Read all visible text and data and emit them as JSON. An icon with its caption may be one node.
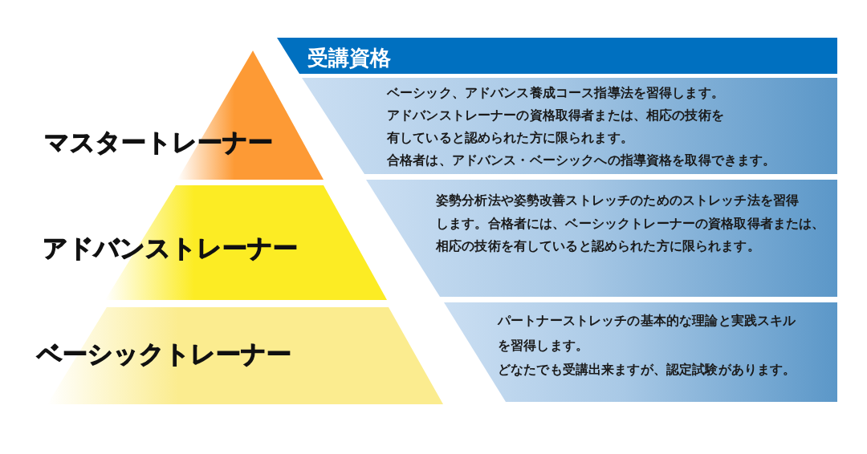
{
  "diagram": {
    "nodes": [
      {
        "text": [
          "受講資格"
        ]
      },
      {
        "text": [
          "マスタートレーナー"
        ]
      },
      {
        "text": [
          "ベーシック、アドバンス養成コース指導法を習得します。",
          "アドバンストレーナーの資格取得者または、相応の技術を有していると認められた方に限られます。",
          "合格者は、アドバンス・ベーシックへの指導資格を取得できます。"
        ]
      },
      {
        "text": [
          "アドバンストレーナー"
        ]
      },
      {
        "text": [
          "姿勢分析法や姿勢改善ストレッチのためのストレッチ法を習得します。合格者には、ベーシックトレーナーの資格取得者または、相応の技術を有していると認められた方に限られます。"
        ]
      },
      {
        "text": [
          "ベーシックトレーナー"
        ]
      },
      {
        "text": [
          "パートナーストレッチの基本的な理論と実践スキルを習得します。",
          "どなたでも受講出来ますが、認定試験があります。"
        ]
      }
    ]
  }
}
